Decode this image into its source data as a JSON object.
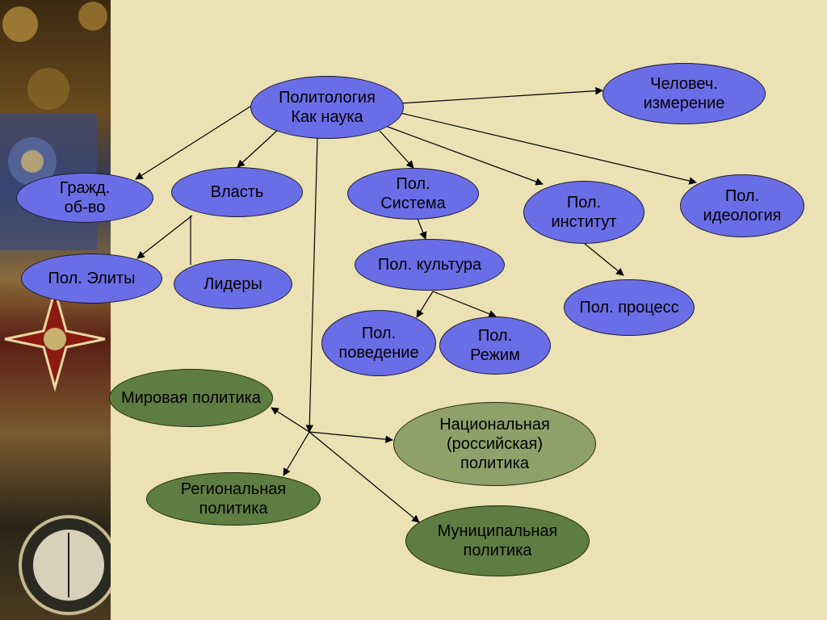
{
  "nodes": {
    "politology": "Политология\nКак наука",
    "human": "Человеч.\nизмерение",
    "civil": "Гражд.\nоб-во",
    "power": "Власть",
    "system": "Пол.\nСистема",
    "institute": "Пол.\nинститут",
    "ideology": "Пол.\nидеология",
    "elites": "Пол. Элиты",
    "leaders": "Лидеры",
    "culture": "Пол. культура",
    "process": "Пол. процесс",
    "behavior": "Пол.\nповедение",
    "regime": "Пол.\nРежим",
    "world": "Мировая политика",
    "national": "Национальная\n(российская)\nполитика",
    "regional": "Региональная\nполитика",
    "municipal": "Муниципальная\nполитика"
  },
  "colors": {
    "background": "#ebe1b4",
    "blue_node": "#6a6ee6",
    "green_node": "#5e7d42",
    "light_green_node": "#8fa06a"
  }
}
